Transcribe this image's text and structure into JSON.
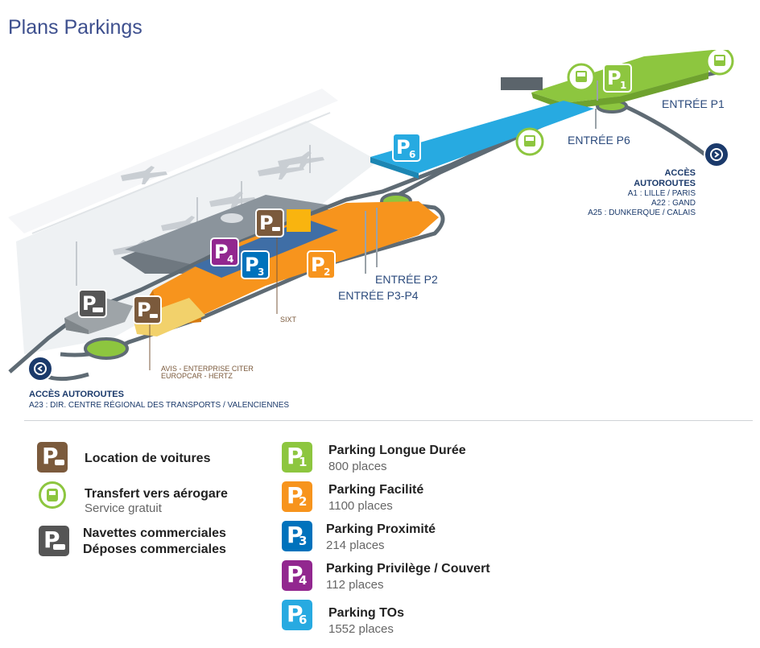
{
  "title": "Plans Parkings",
  "map": {
    "markers": {
      "p1": {
        "letter": "P",
        "number": "1"
      },
      "p2": {
        "letter": "P",
        "number": "2"
      },
      "p3": {
        "letter": "P",
        "number": "3"
      },
      "p4": {
        "letter": "P",
        "number": "4"
      },
      "p6": {
        "letter": "P",
        "number": "6"
      },
      "car_rental": {
        "letter": "P"
      },
      "shuttle": {
        "letter": "P"
      }
    },
    "labels": {
      "entree_p1": "ENTRÉE P1",
      "entree_p6": "ENTRÉE P6",
      "entree_p2": "ENTRÉE P2",
      "entree_p3_p4": "ENTRÉE P3-P4",
      "sixt": "SIXT",
      "avis_line1": "AVIS - ENTERPRISE CITER",
      "avis_line2": "EUROPCAR - HERTZ",
      "acces_east_title1": "ACCÈS",
      "acces_east_title2": "AUTOROUTES",
      "acces_east_line1": "A1 : LILLE / PARIS",
      "acces_east_line2": "A22 : GAND",
      "acces_east_line3": "A25 : DUNKERQUE / CALAIS",
      "acces_west_title": "ACCÈS AUTOROUTES",
      "acces_west_line": "A23 : DIR. CENTRE RÉGIONAL DES TRANSPORTS / VALENCIENNES"
    }
  },
  "legend_left": [
    {
      "icon": "car-rental-icon",
      "label": "Location de voitures"
    },
    {
      "icon": "bus-icon",
      "label": "Transfert vers aérogare",
      "sub": "Service gratuit"
    },
    {
      "icon": "shuttle-van-icon",
      "label": "Navettes commerciales",
      "label2": "Déposes commerciales"
    }
  ],
  "legend_right": [
    {
      "letter": "P",
      "number": "1",
      "label": "Parking Longue Durée",
      "sub": "800 places",
      "color": "#8dc63f"
    },
    {
      "letter": "P",
      "number": "2",
      "label": "Parking Facilité",
      "sub": "1100 places",
      "color": "#f7941d"
    },
    {
      "letter": "P",
      "number": "3",
      "label": "Parking Proximité",
      "sub": "214 places",
      "color": "#0072bc"
    },
    {
      "letter": "P",
      "number": "4",
      "label": "Parking Privilège / Couvert",
      "sub": "112 places",
      "color": "#92278f"
    },
    {
      "letter": "P",
      "number": "6",
      "label": "Parking TOs",
      "sub": "1552 places",
      "color": "#27aae1"
    }
  ],
  "colors": {
    "p1": "#8dc63f",
    "p2": "#f7941d",
    "p3": "#0072bc",
    "p4": "#92278f",
    "p6": "#27aae1",
    "rental": "#7b5a3c",
    "shuttle": "#555555",
    "navy": "#1b3a6b"
  }
}
